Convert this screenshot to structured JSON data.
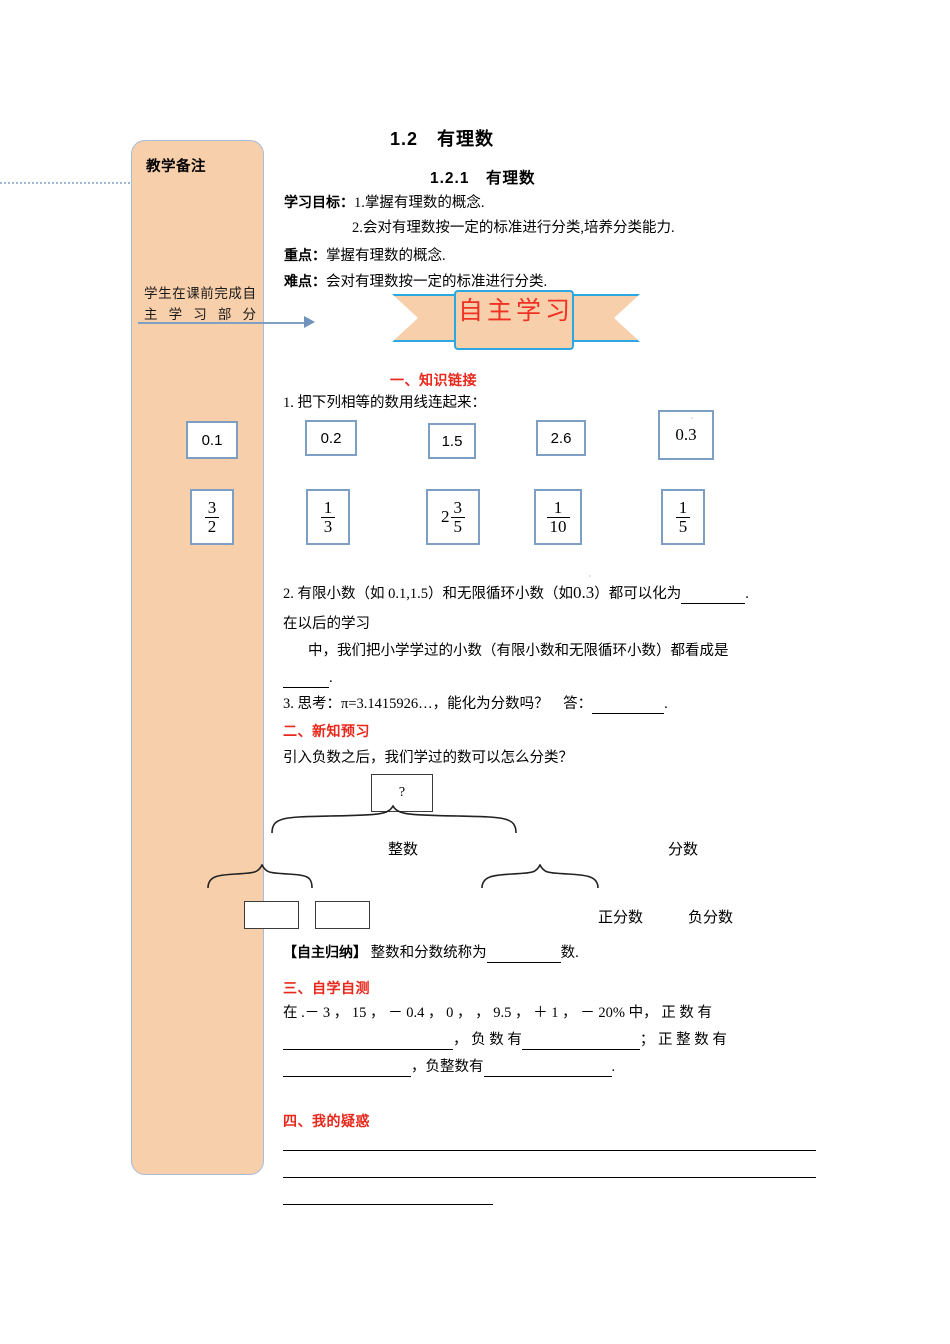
{
  "document": {
    "title": "1.2　有理数",
    "subtitle": "1.2.1　有理数"
  },
  "sidebar": {
    "title": "教学备注",
    "note": "学生在课前完成自主学习部分"
  },
  "objectives": {
    "label": "学习目标：",
    "item1": "1.掌握有理数的概念.",
    "item2": "2.会对有理数按一定的标准进行分类,培养分类能力.",
    "key_label": "重点：",
    "key_text": "掌握有理数的概念.",
    "hard_label": "难点：",
    "hard_text": "会对有理数按一定的标准进行分类."
  },
  "ribbon": {
    "text": "自主学习"
  },
  "section1": {
    "heading": "一、知识链接",
    "q1": "1. 把下列相等的数用线连起来：",
    "sidebar_boxes": [
      {
        "kind": "plain",
        "value": "0.1"
      },
      {
        "kind": "frac",
        "num": "3",
        "den": "2"
      }
    ],
    "decimal_boxes": [
      {
        "kind": "plain",
        "value": "0.2"
      },
      {
        "kind": "plain",
        "value": "1.5"
      },
      {
        "kind": "plain",
        "value": "2.6"
      },
      {
        "kind": "repdec",
        "value": "0.3"
      }
    ],
    "fraction_boxes": [
      {
        "kind": "frac",
        "num": "1",
        "den": "3"
      },
      {
        "kind": "mixed",
        "whole": "2",
        "num": "3",
        "den": "5"
      },
      {
        "kind": "frac",
        "num": "1",
        "den": "10"
      },
      {
        "kind": "frac",
        "num": "1",
        "den": "5"
      }
    ],
    "q2_a": "2. 有限小数（如 0.1,1.5）和无限循环小数（如",
    "q2_rep": "0.3",
    "q2_b": "）都可以化为",
    "q2_c": ".",
    "q2_line2": "在以后的学习",
    "q2_line3": "中，我们把小学学过的小数（有限小数和无限循环小数）都看成是",
    "q2_line4": ".",
    "q3": "3. 思考：π=3.1415926…，能化为分数吗？　答：",
    "q3_tail": "."
  },
  "section2": {
    "heading": "二、新知预习",
    "prompt": "引入负数之后，我们学过的数可以怎么分类？",
    "root_label": "?",
    "left_label": "整数",
    "right_label": "分数",
    "right_children": [
      "正分数",
      "负分数"
    ],
    "left_children": [
      "",
      ""
    ],
    "summary_label": "【自主归纳】",
    "summary_a": "整数和分数统称为",
    "summary_b": "数."
  },
  "section3": {
    "heading": "三、自学自测",
    "line1": "在 .－ 3 ， 15 ， － 0.4 ， 0 ， ， 9.5 ， ＋ 1 ， － 20% 中， 正 数 有",
    "line2_b": "， 负 数 有",
    "line2_c": "； 正 整 数 有",
    "line3_b": "，负整数有",
    "line3_c": "."
  },
  "section4": {
    "heading": "四、我的疑惑"
  }
}
